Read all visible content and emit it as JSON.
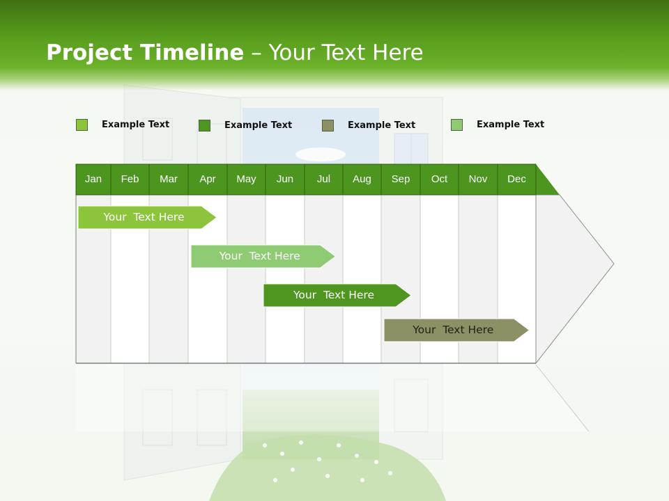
{
  "slide": {
    "title_bold": "Project Timeline",
    "title_rest": " – Your Text Here"
  },
  "legend": [
    {
      "label": "Example Text",
      "color": "#8cc43c"
    },
    {
      "label": "Example Text",
      "color": "#4e9620"
    },
    {
      "label": "Example Text",
      "color": "#8d8f64"
    },
    {
      "label": "Example Text",
      "color": "#8fcb72"
    }
  ],
  "months": [
    "Jan",
    "Feb",
    "Mar",
    "Apr",
    "May",
    "Jun",
    "Jul",
    "Aug",
    "Sep",
    "Oct",
    "Nov",
    "Dec"
  ],
  "tasks": [
    {
      "label": "Your  Text Here",
      "start_month": "Jan",
      "end_month": "Apr",
      "color": "#8cc43c"
    },
    {
      "label": "Your  Text Here",
      "start_month": "Apr",
      "end_month": "Jul",
      "color": "#8fcb72"
    },
    {
      "label": "Your  Text Here",
      "start_month": "Jun",
      "end_month": "Sep",
      "color": "#4e9620"
    },
    {
      "label": "Your  Text Here",
      "start_month": "Sep",
      "end_month": "Dec",
      "color": "#8d8f64"
    }
  ],
  "colors": {
    "header": "#569a1c",
    "month_bar": "#4c9620"
  }
}
